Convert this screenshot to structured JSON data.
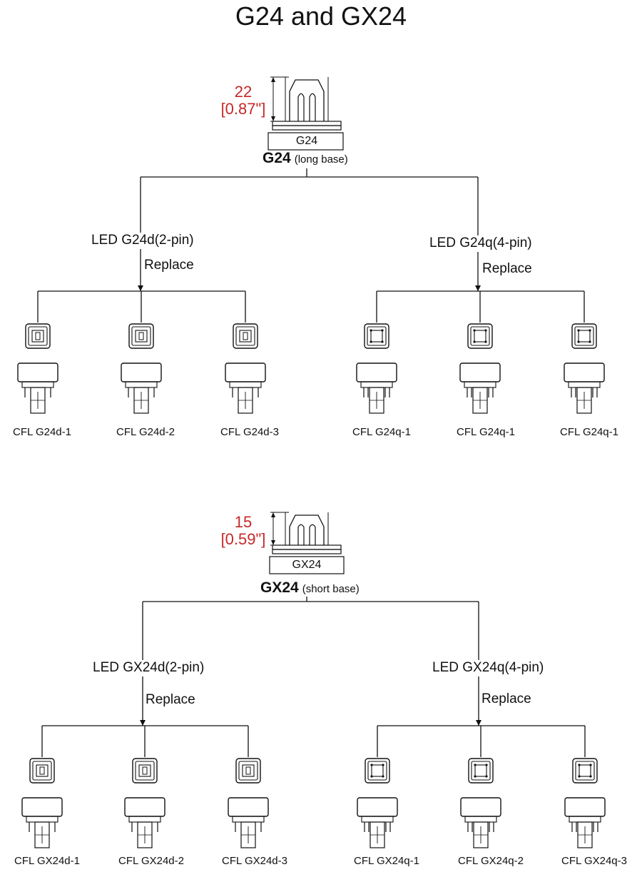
{
  "title": "G24 and GX24",
  "sections": [
    {
      "id": "g24",
      "dim_value": "22",
      "dim_inch": "[0.87\"]",
      "plate_label": "G24",
      "base_name": "G24",
      "base_note": "(long base)",
      "branches": [
        {
          "label": "LED G24d(2-pin)",
          "replace": "Replace",
          "pins": 2,
          "items": [
            "CFL G24d-1",
            "CFL G24d-2",
            "CFL G24d-3"
          ]
        },
        {
          "label": "LED G24q(4-pin)",
          "replace": "Replace",
          "pins": 4,
          "items": [
            "CFL G24q-1",
            "CFL G24q-1",
            "CFL G24q-1"
          ]
        }
      ]
    },
    {
      "id": "gx24",
      "dim_value": "15",
      "dim_inch": "[0.59\"]",
      "plate_label": "GX24",
      "base_name": "GX24",
      "base_note": "(short base)",
      "branches": [
        {
          "label": "LED GX24d(2-pin)",
          "replace": "Replace",
          "pins": 2,
          "items": [
            "CFL GX24d-1",
            "CFL GX24d-2",
            "CFL GX24d-3"
          ]
        },
        {
          "label": "LED GX24q(4-pin)",
          "replace": "Replace",
          "pins": 4,
          "items": [
            "CFL GX24q-1",
            "CFL GX24q-2",
            "CFL GX24q-3"
          ]
        }
      ]
    }
  ],
  "colors": {
    "line": "#111111",
    "dimension": "#c62828"
  }
}
